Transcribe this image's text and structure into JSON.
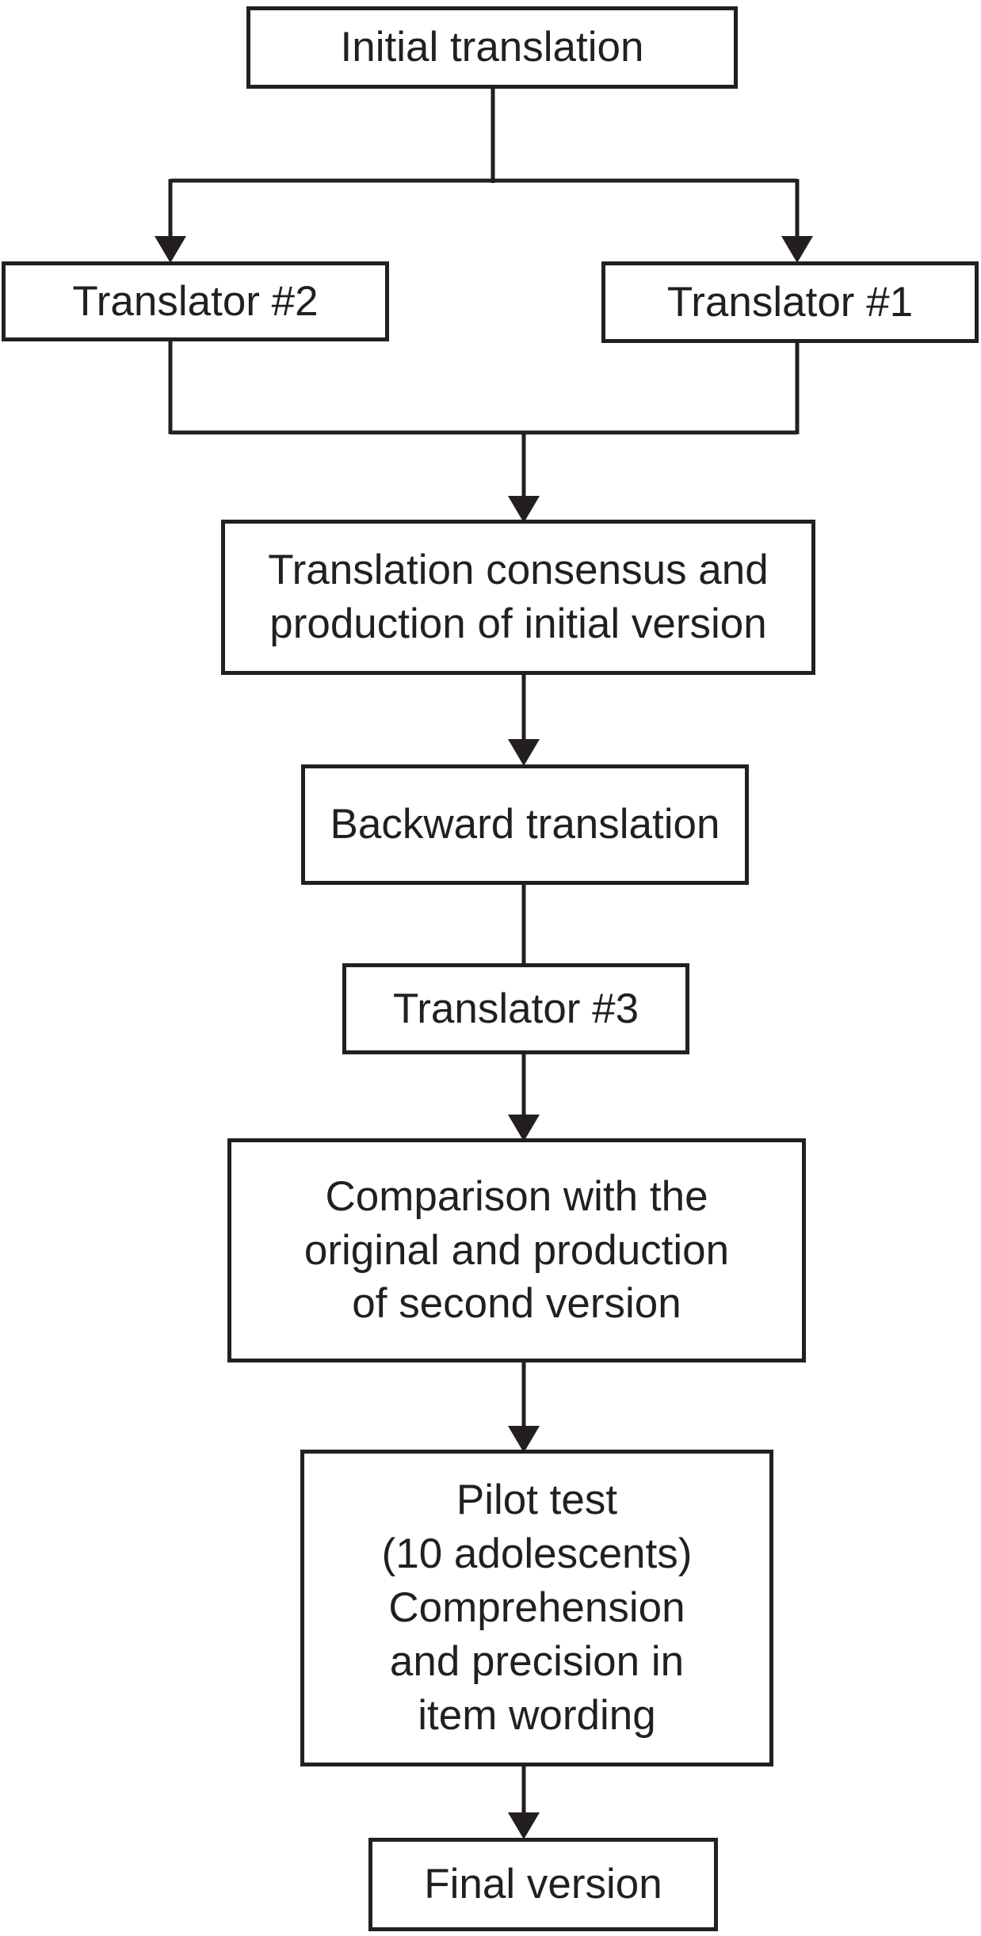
{
  "diagram": {
    "type": "flowchart",
    "colors": {
      "stroke": "#231f20",
      "text": "#231f20",
      "background": "#ffffff"
    },
    "nodes": [
      {
        "id": "initial",
        "lines": [
          "Initial translation"
        ]
      },
      {
        "id": "translator2",
        "lines": [
          "Translator #2"
        ]
      },
      {
        "id": "translator1",
        "lines": [
          "Translator #1"
        ]
      },
      {
        "id": "consensus",
        "lines": [
          "Translation consensus and",
          "production of initial version"
        ]
      },
      {
        "id": "backward",
        "lines": [
          "Backward translation"
        ]
      },
      {
        "id": "translator3",
        "lines": [
          "Translator #3"
        ]
      },
      {
        "id": "comparison",
        "lines": [
          "Comparison with the",
          "original and production",
          "of second version"
        ]
      },
      {
        "id": "pilot",
        "lines": [
          "Pilot test",
          "(10 adolescents)",
          "Comprehension",
          "and precision in",
          "item wording"
        ]
      },
      {
        "id": "final",
        "lines": [
          "Final version"
        ]
      }
    ],
    "edges": [
      {
        "from": "initial",
        "to": "translator2",
        "arrowhead": true
      },
      {
        "from": "initial",
        "to": "translator1",
        "arrowhead": true
      },
      {
        "from": "translator2",
        "to": "consensus",
        "arrowhead": true,
        "merged": true
      },
      {
        "from": "translator1",
        "to": "consensus",
        "arrowhead": true,
        "merged": true
      },
      {
        "from": "consensus",
        "to": "backward",
        "arrowhead": true
      },
      {
        "from": "backward",
        "to": "translator3",
        "arrowhead": false
      },
      {
        "from": "translator3",
        "to": "comparison",
        "arrowhead": true
      },
      {
        "from": "comparison",
        "to": "pilot",
        "arrowhead": true
      },
      {
        "from": "pilot",
        "to": "final",
        "arrowhead": true
      }
    ]
  }
}
